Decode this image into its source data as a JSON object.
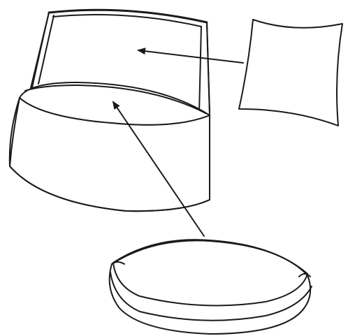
{
  "colors": {
    "stroke": "#1a1a1a",
    "background": "#ffffff"
  },
  "parts": [
    {
      "id": "container-body",
      "icon": "cylindrical-container"
    },
    {
      "id": "side-sheet",
      "icon": "flexible-sheet"
    },
    {
      "id": "base-disc",
      "icon": "oval-disc"
    }
  ],
  "arrows": [
    {
      "from": "side-sheet",
      "to": "container-inner-wall"
    },
    {
      "from": "base-disc",
      "to": "container-floor"
    }
  ]
}
